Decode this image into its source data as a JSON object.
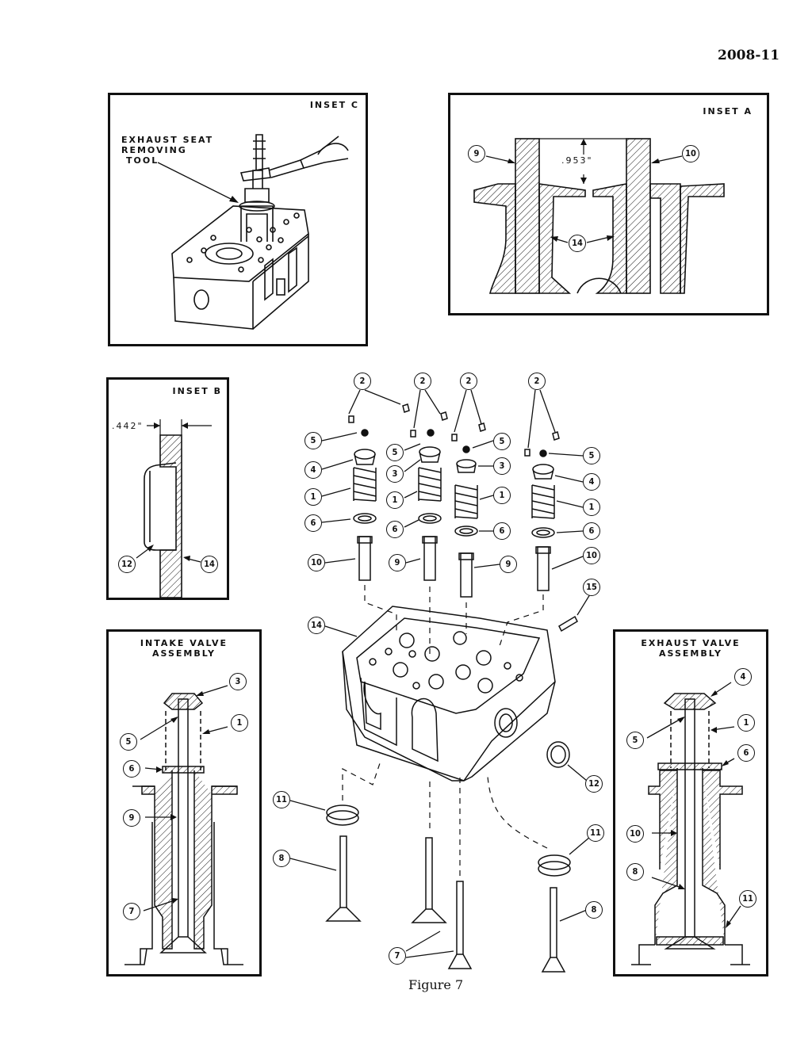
{
  "page_number": "2008-11",
  "figure_caption": "Figure 7",
  "inset_c": {
    "title": "INSET C",
    "tool_label": [
      "EXHAUST SEAT",
      "REMOVING",
      "TOOL"
    ]
  },
  "inset_a": {
    "title": "INSET A",
    "dimension": ".953\"",
    "callouts": [
      "9",
      "10",
      "14"
    ]
  },
  "inset_b": {
    "title": "INSET B",
    "dimension": ".442\"",
    "callouts": [
      "12",
      "14"
    ]
  },
  "intake_assembly": {
    "title": [
      "INTAKE VALVE",
      "ASSEMBLY"
    ],
    "callouts": [
      "3",
      "1",
      "5",
      "6",
      "9",
      "7"
    ]
  },
  "exhaust_assembly": {
    "title": [
      "EXHAUST VALVE",
      "ASSEMBLY"
    ],
    "callouts": [
      "4",
      "1",
      "5",
      "6",
      "10",
      "8",
      "11"
    ]
  },
  "main_callouts": {
    "top_twos": [
      "2",
      "2",
      "2",
      "2"
    ],
    "col1": [
      "5",
      "4",
      "1",
      "6",
      "10"
    ],
    "col2": [
      "5",
      "3",
      "1",
      "6",
      "9"
    ],
    "col3": [
      "5",
      "3",
      "1",
      "6",
      "9"
    ],
    "col4": [
      "5",
      "4",
      "1",
      "6",
      "10",
      "15"
    ],
    "head": "14",
    "seal": "12",
    "insert_left": "11",
    "insert_right": "11",
    "valve_left": "8",
    "valve_right": "8",
    "valve_mid": "7"
  }
}
